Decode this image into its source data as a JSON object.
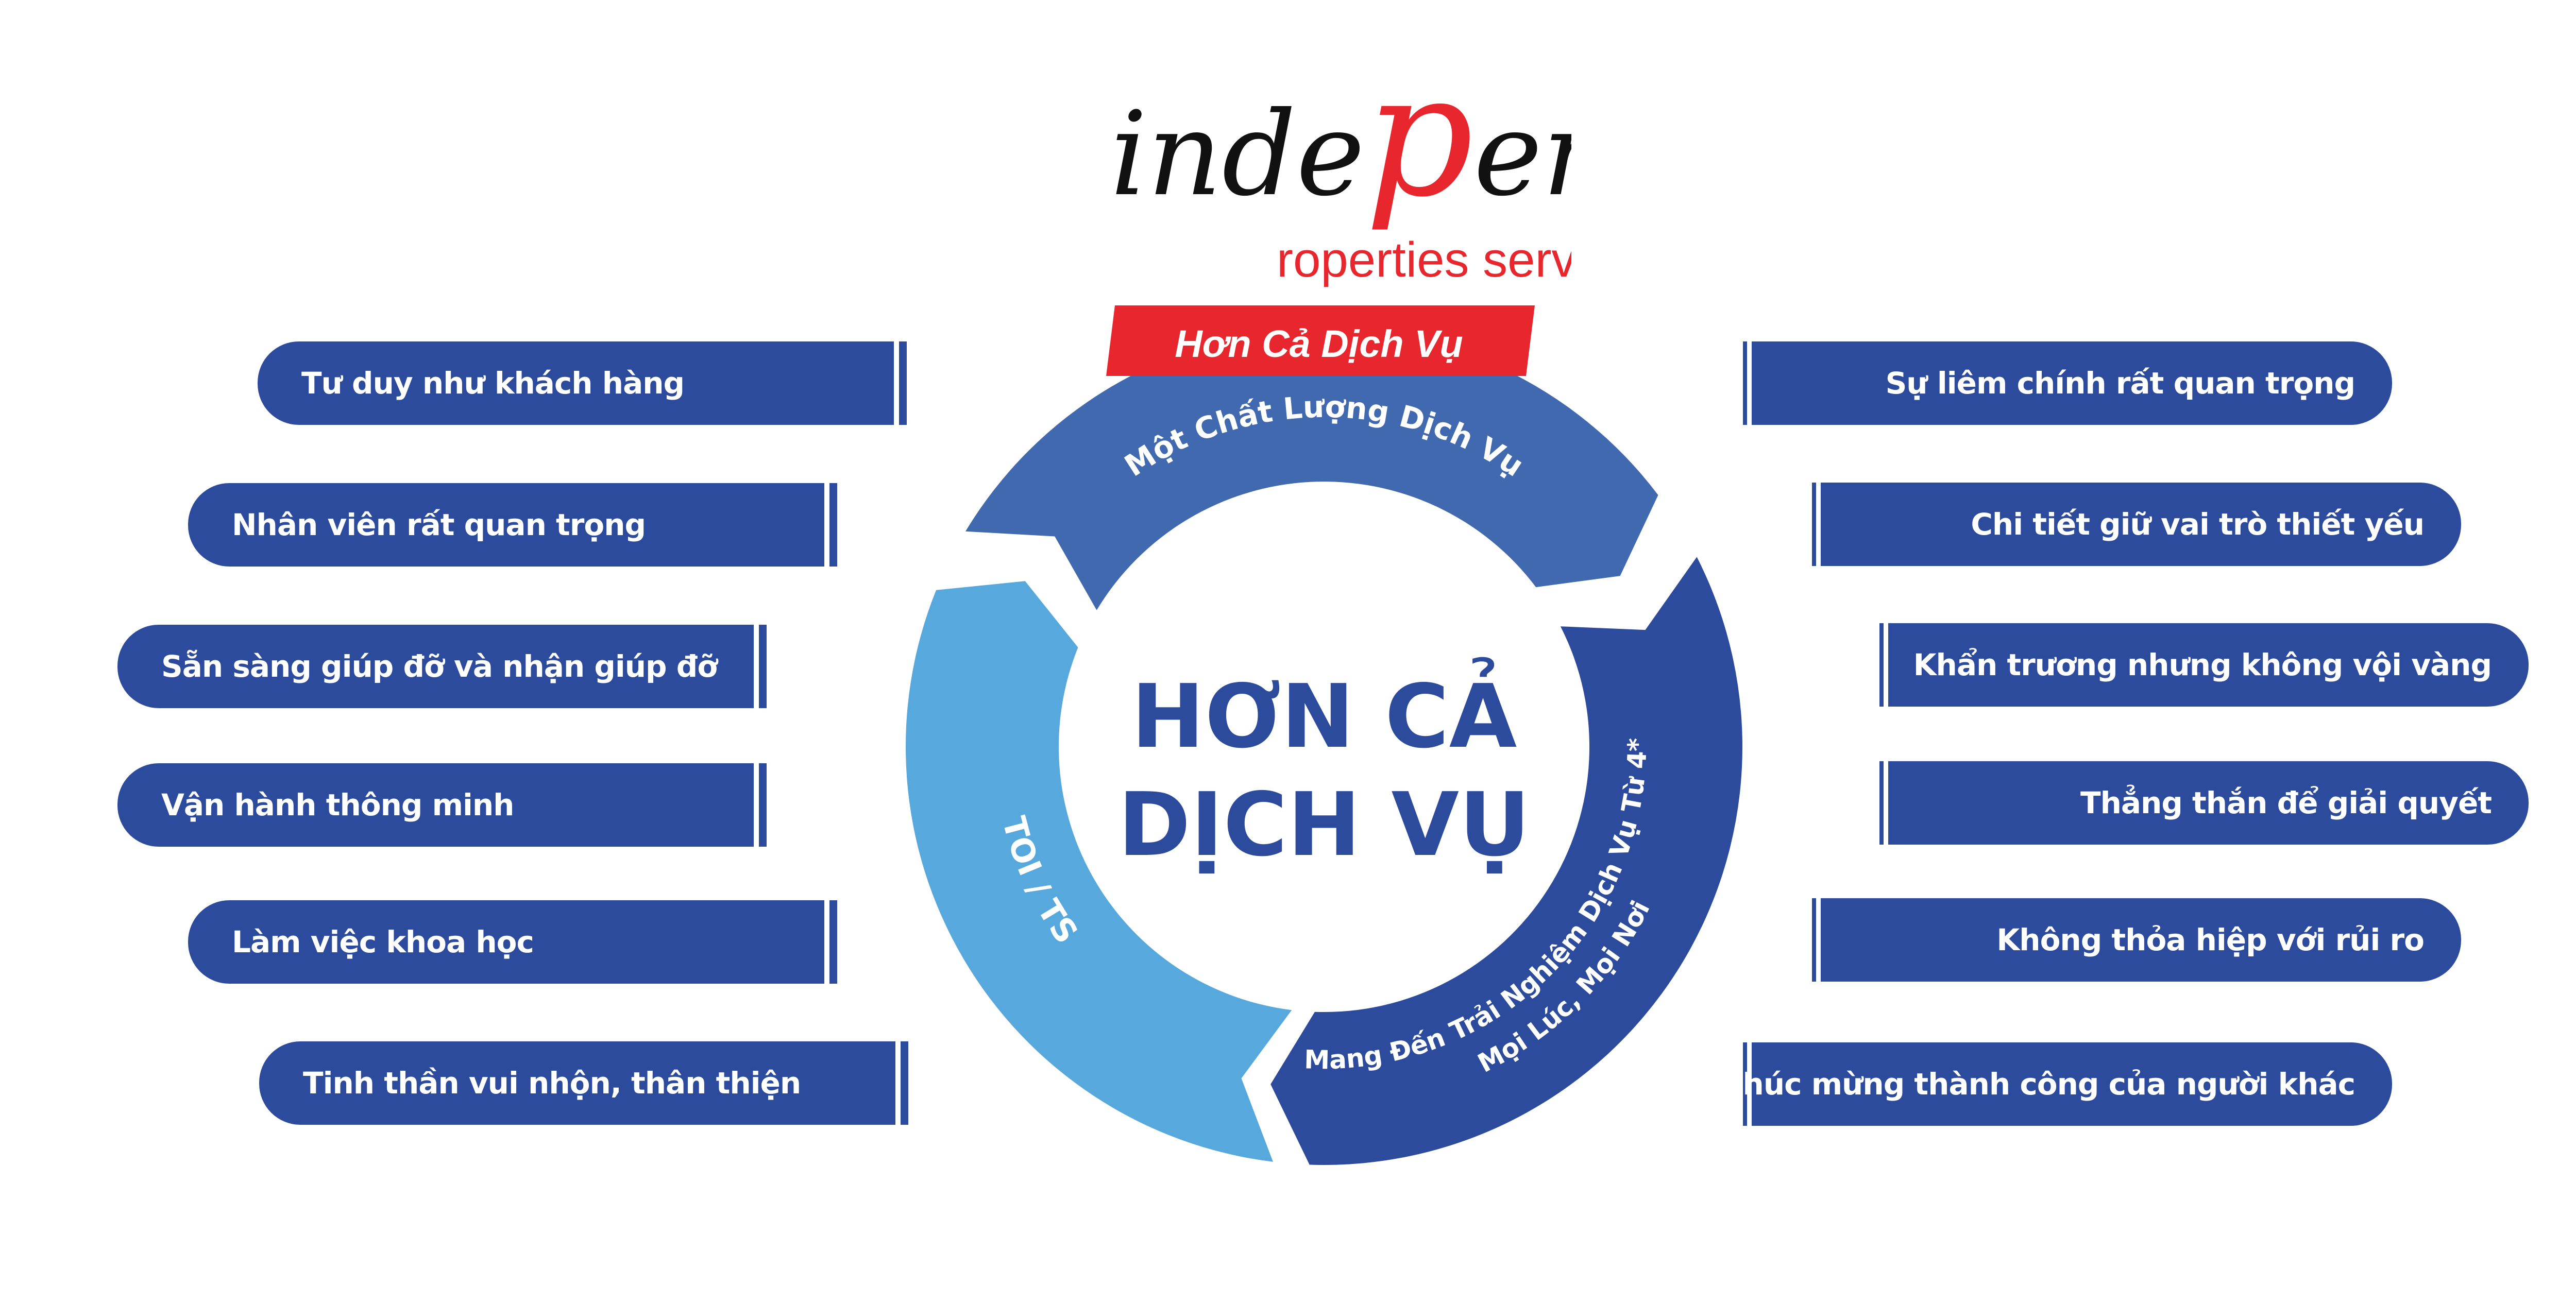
{
  "logo": {
    "word_prefix": "inde",
    "word_p": "p",
    "word_suffix": "endent",
    "subtitle": "roperties service",
    "tagline": "Hơn Cả Dịch Vụ"
  },
  "colors": {
    "brand_red": "#E8262D",
    "dark_blue": "#2D4B9C",
    "mid_blue": "#4169B0",
    "light_blue": "#57A8DD"
  },
  "center": {
    "line1": "HƠN CẢ",
    "line2": "DỊCH VỤ"
  },
  "ring": {
    "top_segment": "Một Chất Lượng Dịch Vụ",
    "right_segment_line1": "Mang Đến Trải Nghiệm Dịch Vụ Từ 4*",
    "right_segment_line2": "Mọi Lúc, Mọi Nơi",
    "left_segment": "TOI / TS"
  },
  "left_items": [
    "Tư duy như khách hàng",
    "Nhân viên rất quan trọng",
    "Sẵn sàng giúp đỡ và nhận giúp đỡ",
    "Vận hành thông minh",
    "Làm việc khoa học",
    "Tinh thần vui nhộn, thân thiện"
  ],
  "right_items": [
    "Sự liêm chính rất quan trọng",
    "Chi tiết giữ vai trò thiết yếu",
    "Khẩn trương nhưng không vội vàng",
    "Thẳng thắn để giải quyết",
    "Không thỏa hiệp với rủi ro",
    "Luôn chúc mừng thành công của người khác"
  ]
}
